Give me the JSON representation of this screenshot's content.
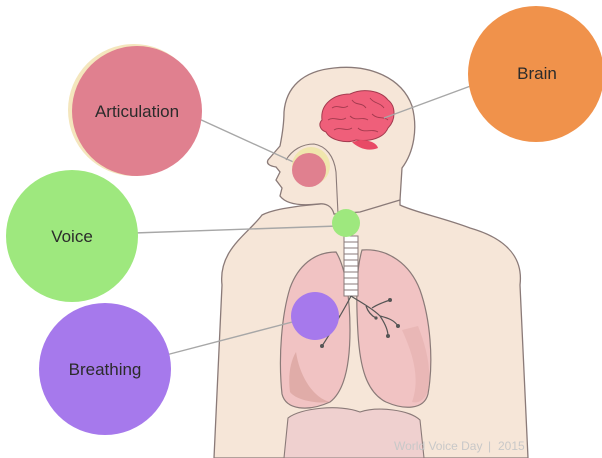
{
  "diagram": {
    "labels": {
      "brain": "Brain",
      "articulation": "Articulation",
      "voice": "Voice",
      "breathing": "Breathing"
    },
    "colors": {
      "brain": "#f0924b",
      "articulation": "#e0808f",
      "voice": "#9ee87e",
      "breathing": "#a679ec",
      "skin": "#f6e6d8",
      "brain_tissue": "#ef5f7a",
      "lung": "#f1c3c3",
      "outline": "#8a7a78",
      "connector": "#a7a7a7"
    },
    "credit": {
      "source": "World Voice Day",
      "separator": "|",
      "year": "2015"
    }
  }
}
